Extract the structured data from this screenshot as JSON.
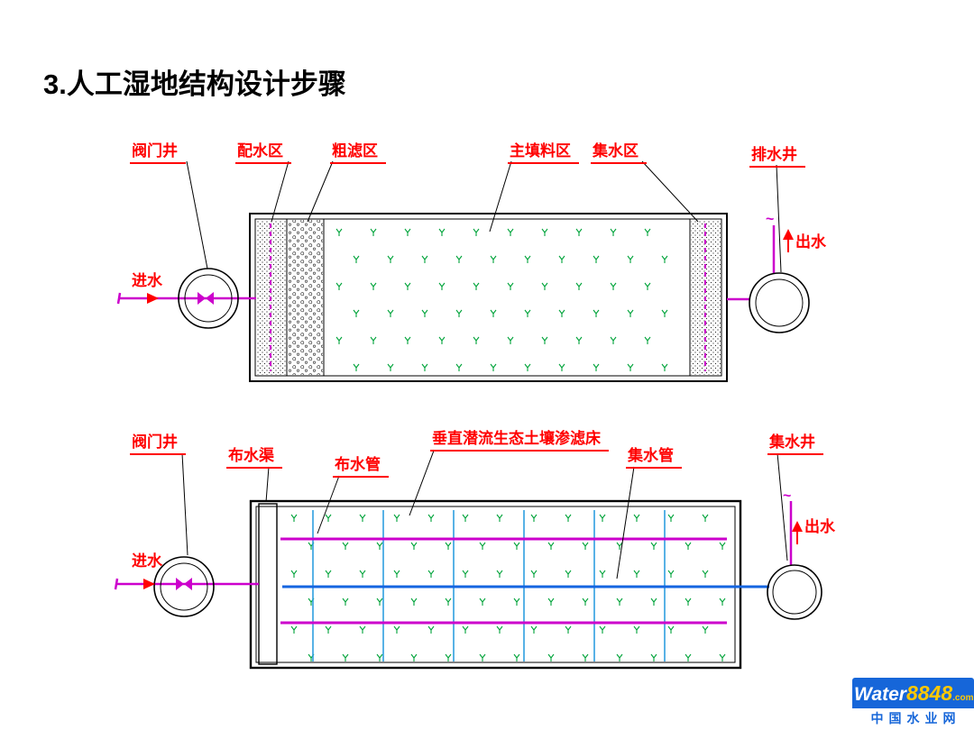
{
  "page": {
    "title": "3.人工湿地结构设计步骤"
  },
  "symbols": {
    "vent": "~"
  },
  "diagram_top": {
    "labels": {
      "valve_well": "阀门井",
      "distribution_zone": "配水区",
      "coarse_filter_zone": "粗滤区",
      "main_media_zone": "主填料区",
      "collection_zone": "集水区",
      "drain_well": "排水井",
      "inflow": "进水",
      "outflow": "出水"
    }
  },
  "diagram_bottom": {
    "labels": {
      "valve_well": "阀门井",
      "distribution_channel": "布水渠",
      "distribution_pipe": "布水管",
      "bed_title": "垂直潜流生态土壤渗滤床",
      "collection_pipe": "集水管",
      "collection_well": "集水井",
      "inflow": "进水",
      "outflow": "出水"
    }
  },
  "logo": {
    "brand": "Water",
    "number": "8848",
    "suffix": ".com",
    "site": "中国水业网"
  },
  "colors": {
    "label_red": "#ff0000",
    "pipe_magenta": "#cc00cc",
    "pipe_blue": "#1565e0",
    "lateral_blue": "#2e9fe0",
    "plant_green": "#00a33a",
    "logo_blue": "#1666d9",
    "logo_yellow": "#ffc800"
  }
}
